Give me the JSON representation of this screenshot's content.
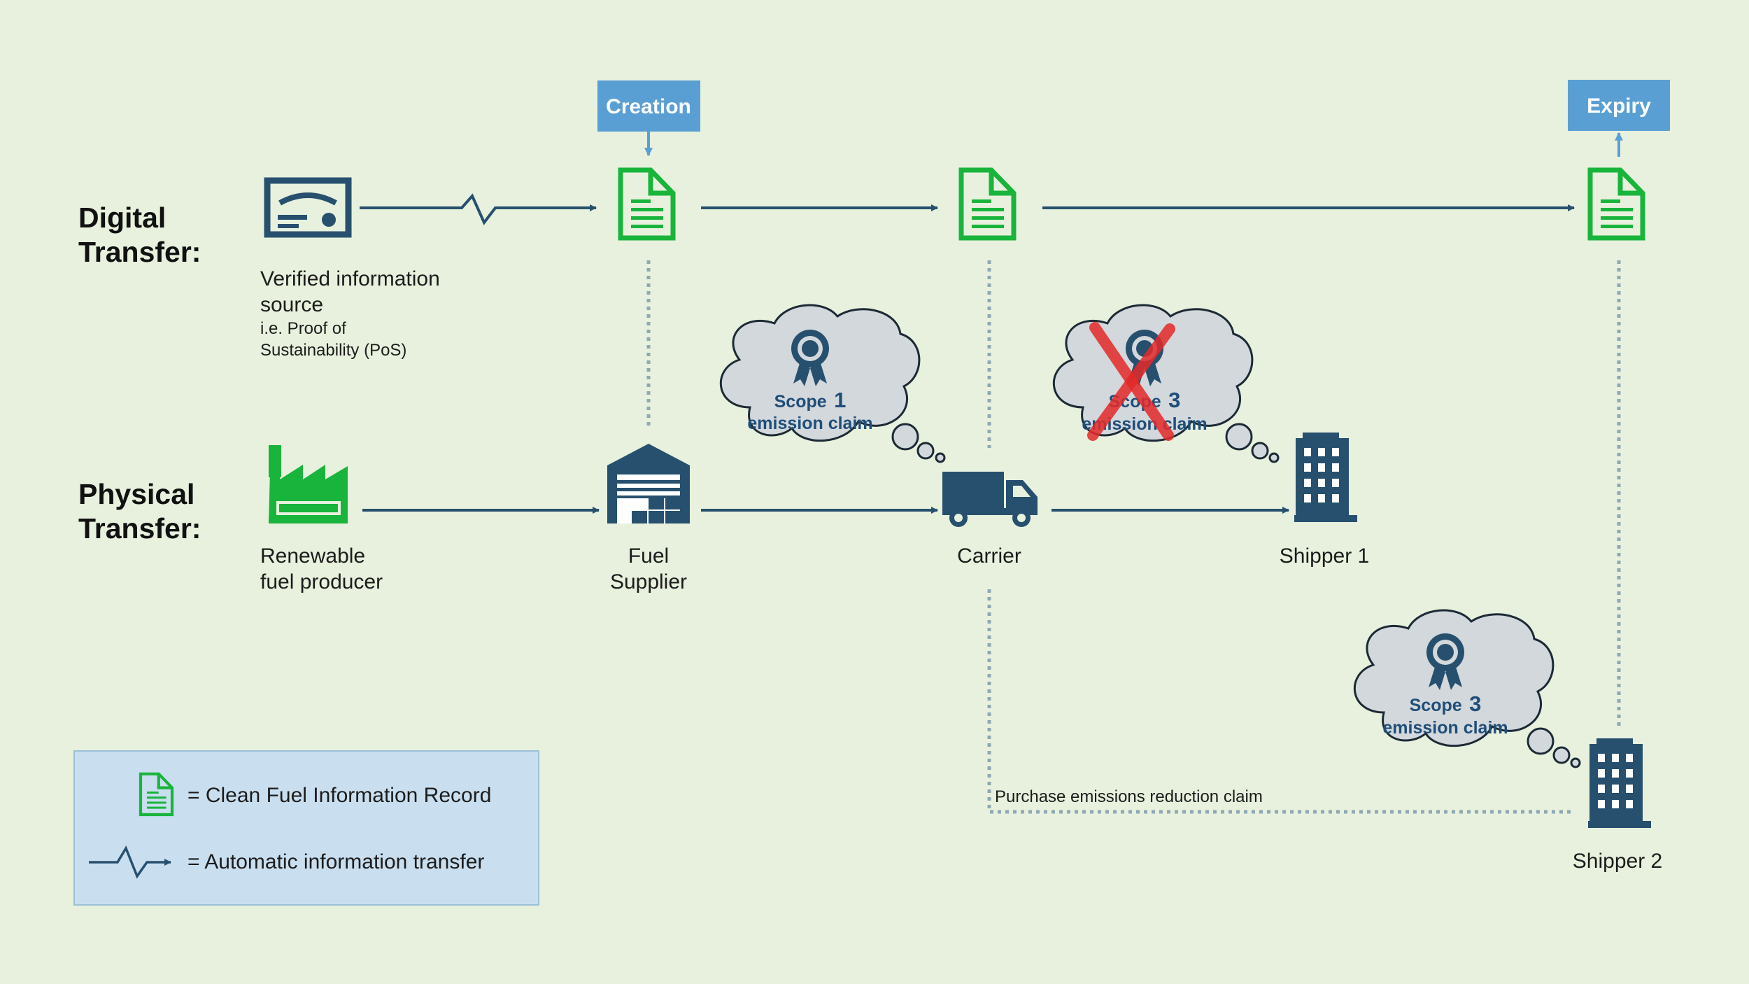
{
  "colors": {
    "background": "#e7f1dd",
    "navy": "#27506e",
    "green": "#19b43b",
    "badge": "#5a9fd4",
    "dotted": "#8fa8b5",
    "cloud": "#d3d8dc",
    "cross": "#e42a2a",
    "legend_bg": "#c9dff0"
  },
  "rows": {
    "digital": {
      "line1": "Digital",
      "line2": "Transfer:"
    },
    "physical": {
      "line1": "Physical",
      "line2": "Transfer:"
    }
  },
  "badges": {
    "creation": "Creation",
    "expiry": "Expiry"
  },
  "nodes": {
    "source": {
      "icon": "certificate-icon",
      "line1": "Verified information",
      "line2": "source",
      "note1": "i.e. Proof of",
      "note2": "Sustainability (PoS)"
    },
    "producer": {
      "icon": "factory-icon",
      "line1": "Renewable",
      "line2": "fuel producer"
    },
    "supplier": {
      "icon": "warehouse-icon",
      "line1": "Fuel",
      "line2": "Supplier"
    },
    "carrier": {
      "icon": "truck-icon",
      "label": "Carrier"
    },
    "shipper1": {
      "icon": "building-icon",
      "label": "Shipper 1"
    },
    "shipper2": {
      "icon": "building-icon",
      "label": "Shipper 2"
    }
  },
  "claims": {
    "carrier": {
      "word": "Scope",
      "number": "1",
      "line2": "emission claim",
      "icon": "award-ribbon-icon",
      "crossed": false
    },
    "shipper1": {
      "word": "Scope",
      "number": "3",
      "line2": "emission claim",
      "icon": "award-ribbon-icon",
      "crossed": true
    },
    "shipper2": {
      "word": "Scope",
      "number": "3",
      "line2": "emission claim",
      "icon": "award-ribbon-icon",
      "crossed": false
    }
  },
  "purchase_claim": "Purchase emissions reduction claim",
  "legend": {
    "record": "= Clean Fuel Information Record",
    "transfer": "= Automatic information transfer"
  }
}
